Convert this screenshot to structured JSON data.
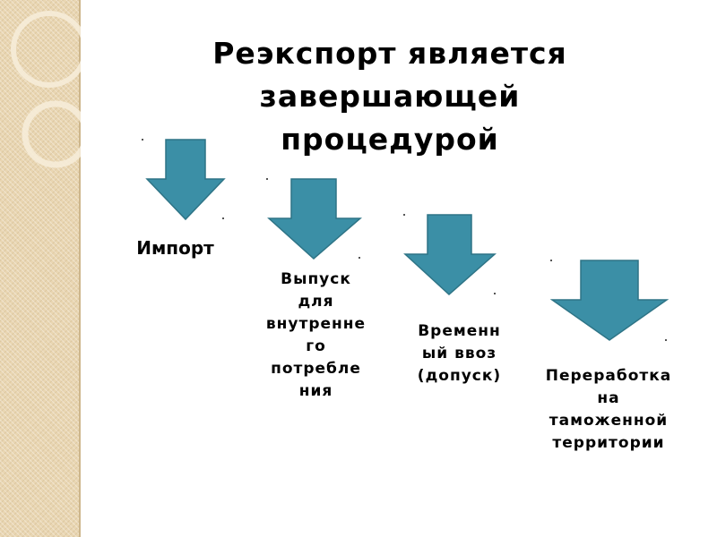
{
  "title_lines": [
    "Реэкспорт является",
    "завершающей",
    "процедурой"
  ],
  "arrow_color": "#3b8fa6",
  "arrow_stroke": "#2e7486",
  "steps": [
    {
      "lines": [
        "Импорт"
      ]
    },
    {
      "lines": [
        "Выпуск",
        "для",
        "внутренне",
        "го",
        "потребле",
        "ния"
      ]
    },
    {
      "lines": [
        "Временн",
        "ый ввоз",
        "(допуск)"
      ]
    },
    {
      "lines": [
        "Переработка",
        "на",
        "таможенной",
        "территории"
      ]
    }
  ]
}
